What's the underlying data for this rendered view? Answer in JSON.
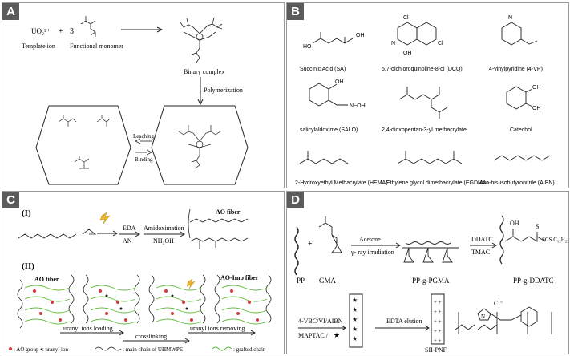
{
  "panel_a": {
    "badge": "A",
    "template_ion": "UO₂²⁺",
    "plus": "+",
    "coefficient": "3",
    "template_ion_label": "Template ion",
    "functional_monomer_label": "Functional monomer",
    "binary_complex_label": "Binary complex",
    "polymerization_label": "Polymerization",
    "leaching_label": "Leaching",
    "binding_label": "Binding"
  },
  "panel_b": {
    "badge": "B",
    "cl_top": "Cl",
    "cl_right": "Cl",
    "oh": "OH",
    "n_ring": "N",
    "compounds": [
      "Succinic Acid (SA)",
      "5,7-dichloroquinoline-8-ol (DCQ)",
      "4-vinylpyridine (4-VP)",
      "salicylaldoxime (SALO)",
      "2,4-dioxopentan-3-yl methacrylate",
      "Catechol",
      "2-Hydroxyethyl Methacrylate (HEMA)",
      "Ethylene glycol dimethacrylate (EGDMA)",
      "Azo-bis-isobutyronitrile (AIBN)"
    ]
  },
  "panel_c": {
    "badge": "C",
    "part1": "(I)",
    "part2": "(II)",
    "eda": "EDA",
    "an": "AN",
    "amidoximation": "Amidoximation",
    "nh2oh": "NH₂OH",
    "ao_fiber_title": "AO fiber",
    "ao_fiber_label": "AO fiber",
    "ao_imp_fiber_label": "AO-Imp fiber",
    "uranyl_loading": "uranyl ions loading",
    "crosslinking": "crosslinking",
    "uranyl_removing": "uranyl ions removing",
    "legend": ": AO group  •: uranyl ion",
    "legend_main_chain": ": main chain of UHMWPE",
    "legend_grafted": ": grafted chain"
  },
  "panel_d": {
    "badge": "D",
    "plus": "+",
    "pp": "PP",
    "gma": "GMA",
    "acetone": "Acetone",
    "gamma_ray": "γ- ray irradiation",
    "pp_g_pgma": "PP-g-PGMA",
    "ddatc": "DDATC",
    "tmac": "TMAC",
    "pp_g_ddatc": "PP-g-DDATC",
    "oh": "OH",
    "s_label": "S",
    "sc12": "SCS C₁₂H₂₅",
    "reagents": "4-VBC/VI/AIBN",
    "maptac": "MAPTAC /",
    "edta_elution": "EDTA elution",
    "sii_pnf": "SII-PNF",
    "cl_minus": "Cl⁻",
    "n_plus": "N"
  }
}
